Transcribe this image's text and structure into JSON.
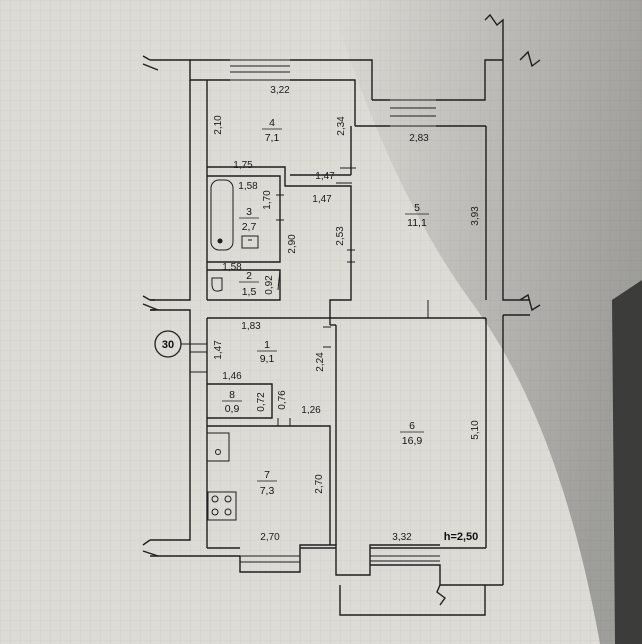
{
  "plan": {
    "height_note": "h=2,50",
    "apartment_number": "30",
    "rooms": [
      {
        "id": "room-1",
        "number": "1",
        "area": "9,1"
      },
      {
        "id": "room-2",
        "number": "2",
        "area": "1,5"
      },
      {
        "id": "room-3",
        "number": "3",
        "area": "2,7"
      },
      {
        "id": "room-4",
        "number": "4",
        "area": "7,1"
      },
      {
        "id": "room-5",
        "number": "5",
        "area": "11,1"
      },
      {
        "id": "room-6",
        "number": "6",
        "area": "16,9"
      },
      {
        "id": "room-7",
        "number": "7",
        "area": "7,3"
      },
      {
        "id": "room-8",
        "number": "8",
        "area": "0,9"
      }
    ],
    "dimensions": {
      "d_3_22": "3,22",
      "d_2_10": "2,10",
      "d_2_34": "2,34",
      "d_2_83": "2,83",
      "d_1_75": "1,75",
      "d_1_58a": "1,58",
      "d_1_70": "1,70",
      "d_1_47a": "1,47",
      "d_1_47b": "1,47",
      "d_3_93": "3,93",
      "d_2_90": "2,90",
      "d_2_53": "2,53",
      "d_1_58b": "1,58",
      "d_0_92": "0,92",
      "d_1_83": "1,83",
      "d_1_47c": "1,47",
      "d_2_24": "2,24",
      "d_1_46": "1,46",
      "d_0_76": "0,76",
      "d_0_72": "0,72",
      "d_1_26": "1,26",
      "d_5_10": "5,10",
      "d_2_70a": "2,70",
      "d_2_70b": "2,70",
      "d_3_32": "3,32"
    }
  },
  "colors": {
    "paper": "#d9d8d3",
    "ink": "#1e1e1e",
    "shadow": "#9b9a95"
  }
}
